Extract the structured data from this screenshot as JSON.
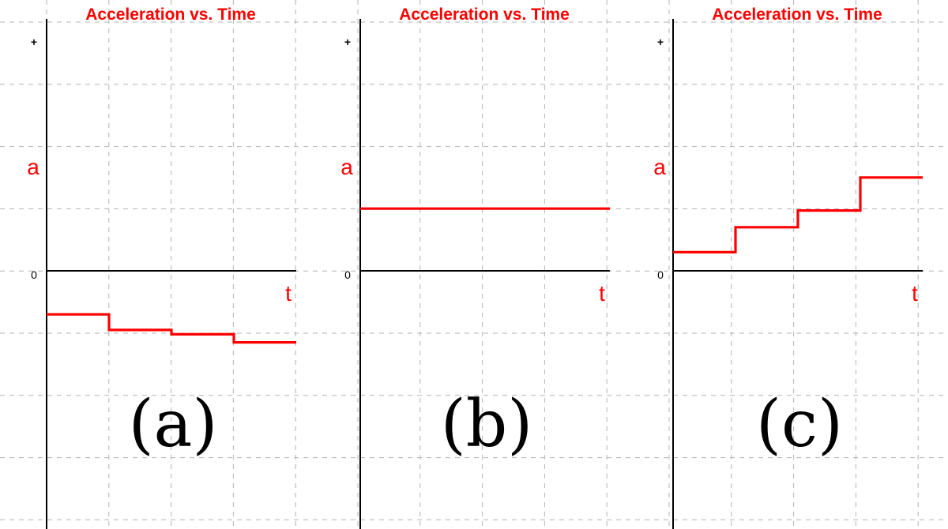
{
  "colors": {
    "accent": "#ff0000",
    "grid": "#b4b4b4",
    "axis": "#000000"
  },
  "chart_data": [
    {
      "type": "line",
      "title": "Acceleration vs. Time",
      "xlabel": "t",
      "ylabel": "a",
      "y_tick_labels": [
        "+",
        "0"
      ],
      "panel_label": "(a)",
      "x": [
        0,
        1,
        2,
        3,
        4
      ],
      "series": [
        {
          "values": [
            -0.7,
            -0.95,
            -1.02,
            -1.15
          ],
          "step": "post"
        }
      ],
      "xlim": [
        0,
        4
      ],
      "ylim": [
        -4,
        4
      ],
      "grid": true
    },
    {
      "type": "line",
      "title": "Acceleration vs. Time",
      "xlabel": "t",
      "ylabel": "a",
      "y_tick_labels": [
        "+",
        "0"
      ],
      "panel_label": "(b)",
      "x": [
        0,
        4
      ],
      "series": [
        {
          "values": [
            1.0
          ],
          "step": "post"
        }
      ],
      "xlim": [
        0,
        4
      ],
      "ylim": [
        -4,
        4
      ],
      "grid": true
    },
    {
      "type": "line",
      "title": "Acceleration vs. Time",
      "xlabel": "t",
      "ylabel": "a",
      "y_tick_labels": [
        "+",
        "0"
      ],
      "panel_label": "(c)",
      "x": [
        0,
        1,
        2,
        3,
        4
      ],
      "series": [
        {
          "values": [
            0.3,
            0.7,
            0.97,
            1.5
          ],
          "step": "post"
        }
      ],
      "xlim": [
        0,
        4
      ],
      "ylim": [
        -4,
        4
      ],
      "grid": true
    }
  ]
}
